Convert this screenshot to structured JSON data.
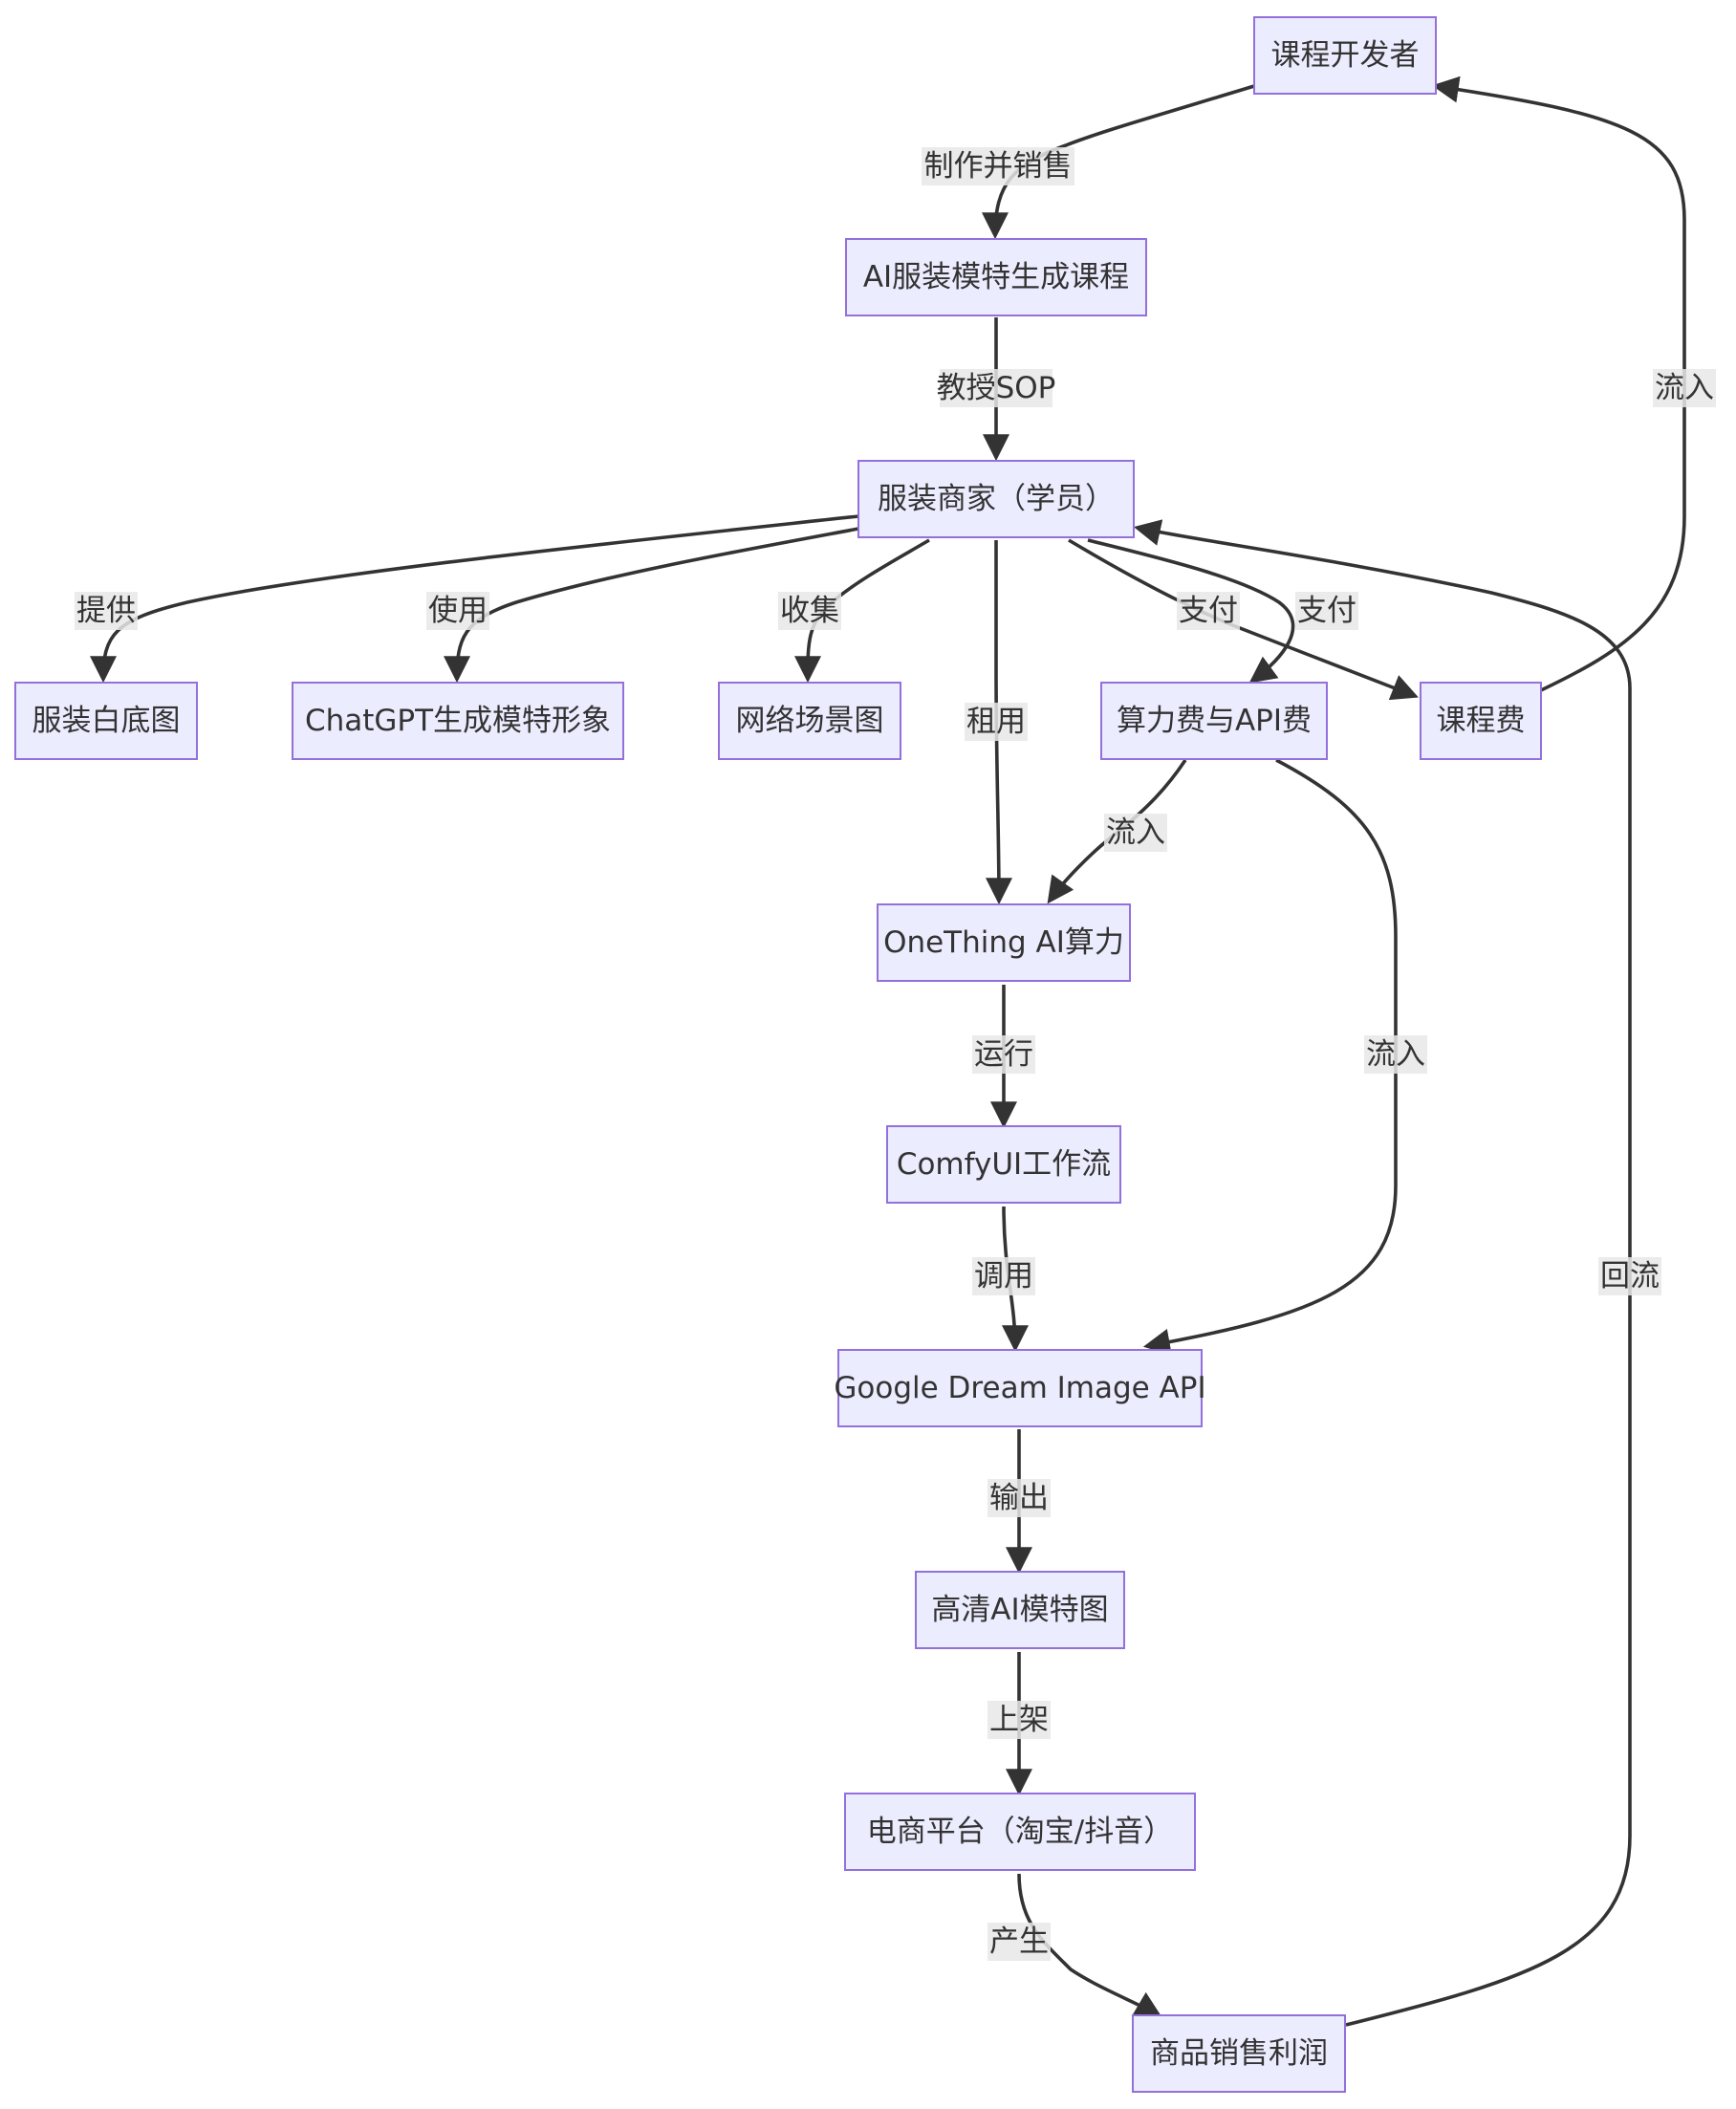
{
  "diagram": {
    "nodes": [
      {
        "id": "dev",
        "label": "课程开发者"
      },
      {
        "id": "course",
        "label": "AI服装模特生成课程"
      },
      {
        "id": "merchant",
        "label": "服装商家（学员）"
      },
      {
        "id": "whitebg",
        "label": "服装白底图"
      },
      {
        "id": "chatgpt",
        "label": "ChatGPT生成模特形象"
      },
      {
        "id": "scene",
        "label": "网络场景图"
      },
      {
        "id": "fees",
        "label": "算力费与API费"
      },
      {
        "id": "tuition",
        "label": "课程费"
      },
      {
        "id": "onething",
        "label": "OneThing AI算力"
      },
      {
        "id": "comfy",
        "label": "ComfyUI工作流"
      },
      {
        "id": "gapi",
        "label": "Google Dream Image API"
      },
      {
        "id": "hdimg",
        "label": "高清AI模特图"
      },
      {
        "id": "ecom",
        "label": "电商平台（淘宝/抖音）"
      },
      {
        "id": "profit",
        "label": "商品销售利润"
      }
    ],
    "edges": [
      {
        "id": "e-dev-course",
        "from": "dev",
        "to": "course",
        "label": "制作并销售"
      },
      {
        "id": "e-course-merchant",
        "from": "course",
        "to": "merchant",
        "label": "教授SOP"
      },
      {
        "id": "e-merchant-whitebg",
        "from": "merchant",
        "to": "whitebg",
        "label": "提供"
      },
      {
        "id": "e-merchant-chatgpt",
        "from": "merchant",
        "to": "chatgpt",
        "label": "使用"
      },
      {
        "id": "e-merchant-scene",
        "from": "merchant",
        "to": "scene",
        "label": "收集"
      },
      {
        "id": "e-merchant-onething",
        "from": "merchant",
        "to": "onething",
        "label": "租用"
      },
      {
        "id": "e-merchant-fees",
        "from": "merchant",
        "to": "fees",
        "label": "支付"
      },
      {
        "id": "e-merchant-tuition",
        "from": "merchant",
        "to": "tuition",
        "label": "支付"
      },
      {
        "id": "e-tuition-dev",
        "from": "tuition",
        "to": "dev",
        "label": "流入"
      },
      {
        "id": "e-fees-onething",
        "from": "fees",
        "to": "onething",
        "label": "流入"
      },
      {
        "id": "e-fees-gapi",
        "from": "fees",
        "to": "gapi",
        "label": "流入"
      },
      {
        "id": "e-onething-comfy",
        "from": "onething",
        "to": "comfy",
        "label": "运行"
      },
      {
        "id": "e-comfy-gapi",
        "from": "comfy",
        "to": "gapi",
        "label": "调用"
      },
      {
        "id": "e-gapi-hdimg",
        "from": "gapi",
        "to": "hdimg",
        "label": "输出"
      },
      {
        "id": "e-hdimg-ecom",
        "from": "hdimg",
        "to": "ecom",
        "label": "上架"
      },
      {
        "id": "e-ecom-profit",
        "from": "ecom",
        "to": "profit",
        "label": "产生"
      },
      {
        "id": "e-profit-merchant",
        "from": "profit",
        "to": "merchant",
        "label": "回流"
      }
    ]
  },
  "colors": {
    "node_fill": "#ECECFF",
    "node_stroke": "#9370DB",
    "edge": "#333333",
    "text": "#333333",
    "label_background": "#e8e8e8"
  }
}
